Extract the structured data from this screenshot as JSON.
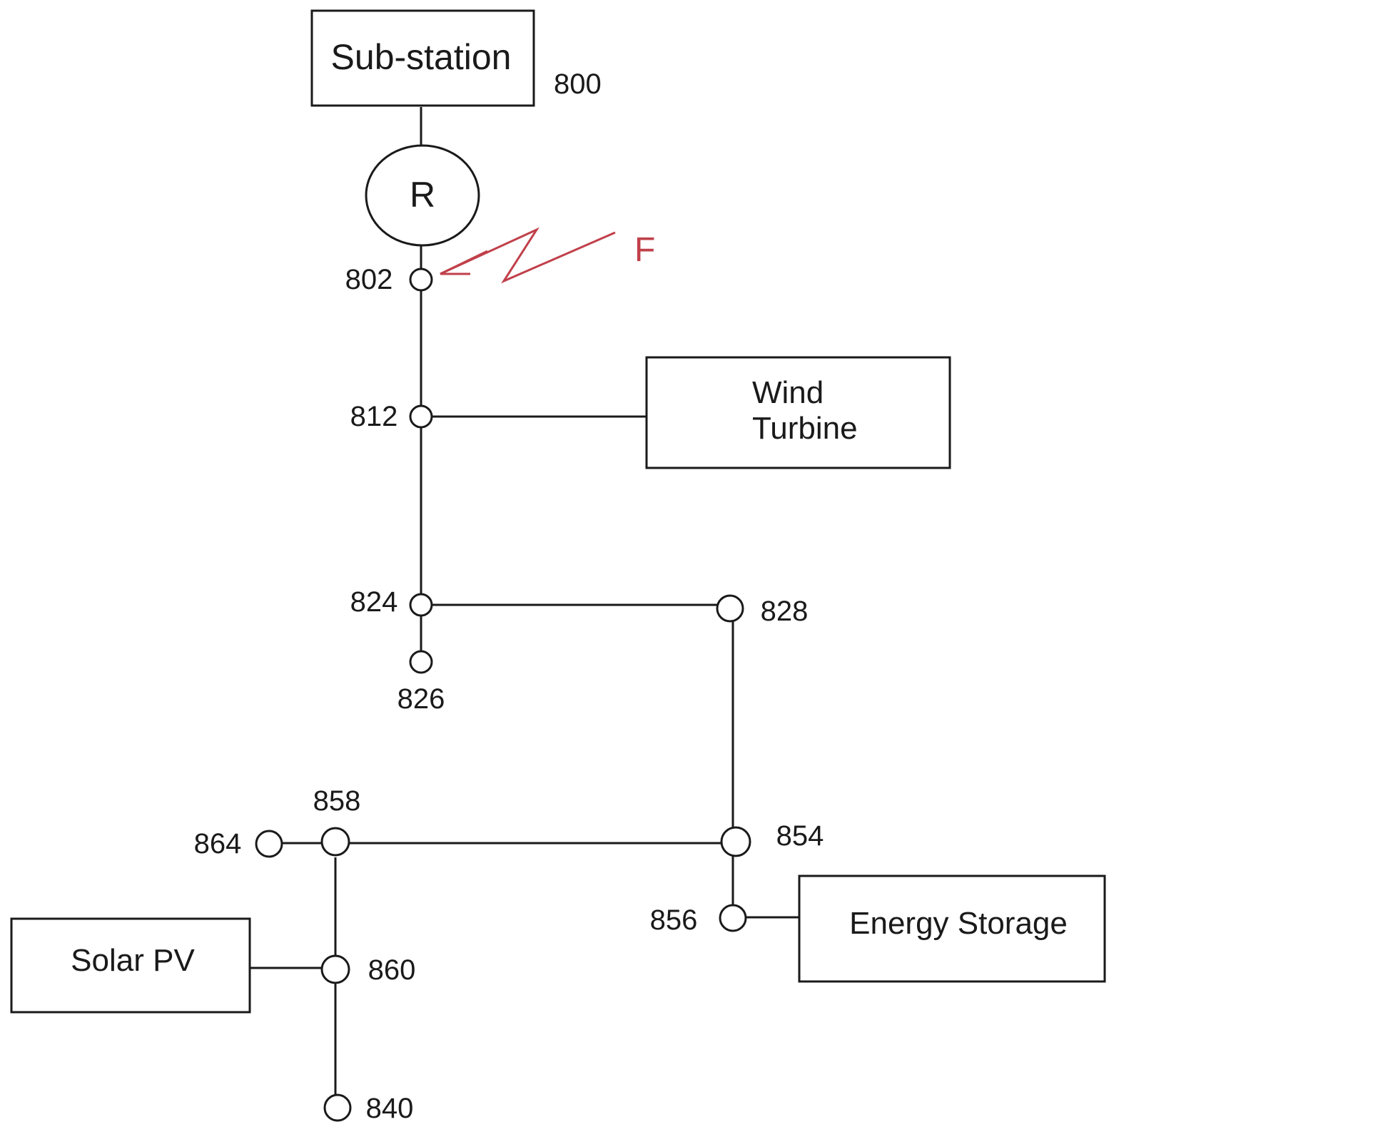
{
  "substation": {
    "label": "Sub-station",
    "node": "800"
  },
  "recloser": {
    "label": "R"
  },
  "fault": {
    "label": "F",
    "color": "#c0404a"
  },
  "wind": {
    "line1": "Wind",
    "line2": "Turbine"
  },
  "solar": {
    "label": "Solar PV"
  },
  "storage": {
    "label": "Energy Storage"
  },
  "nodes": {
    "n802": "802",
    "n812": "812",
    "n824": "824",
    "n826": "826",
    "n828": "828",
    "n854": "854",
    "n856": "856",
    "n858": "858",
    "n864": "864",
    "n860": "860",
    "n840": "840"
  }
}
